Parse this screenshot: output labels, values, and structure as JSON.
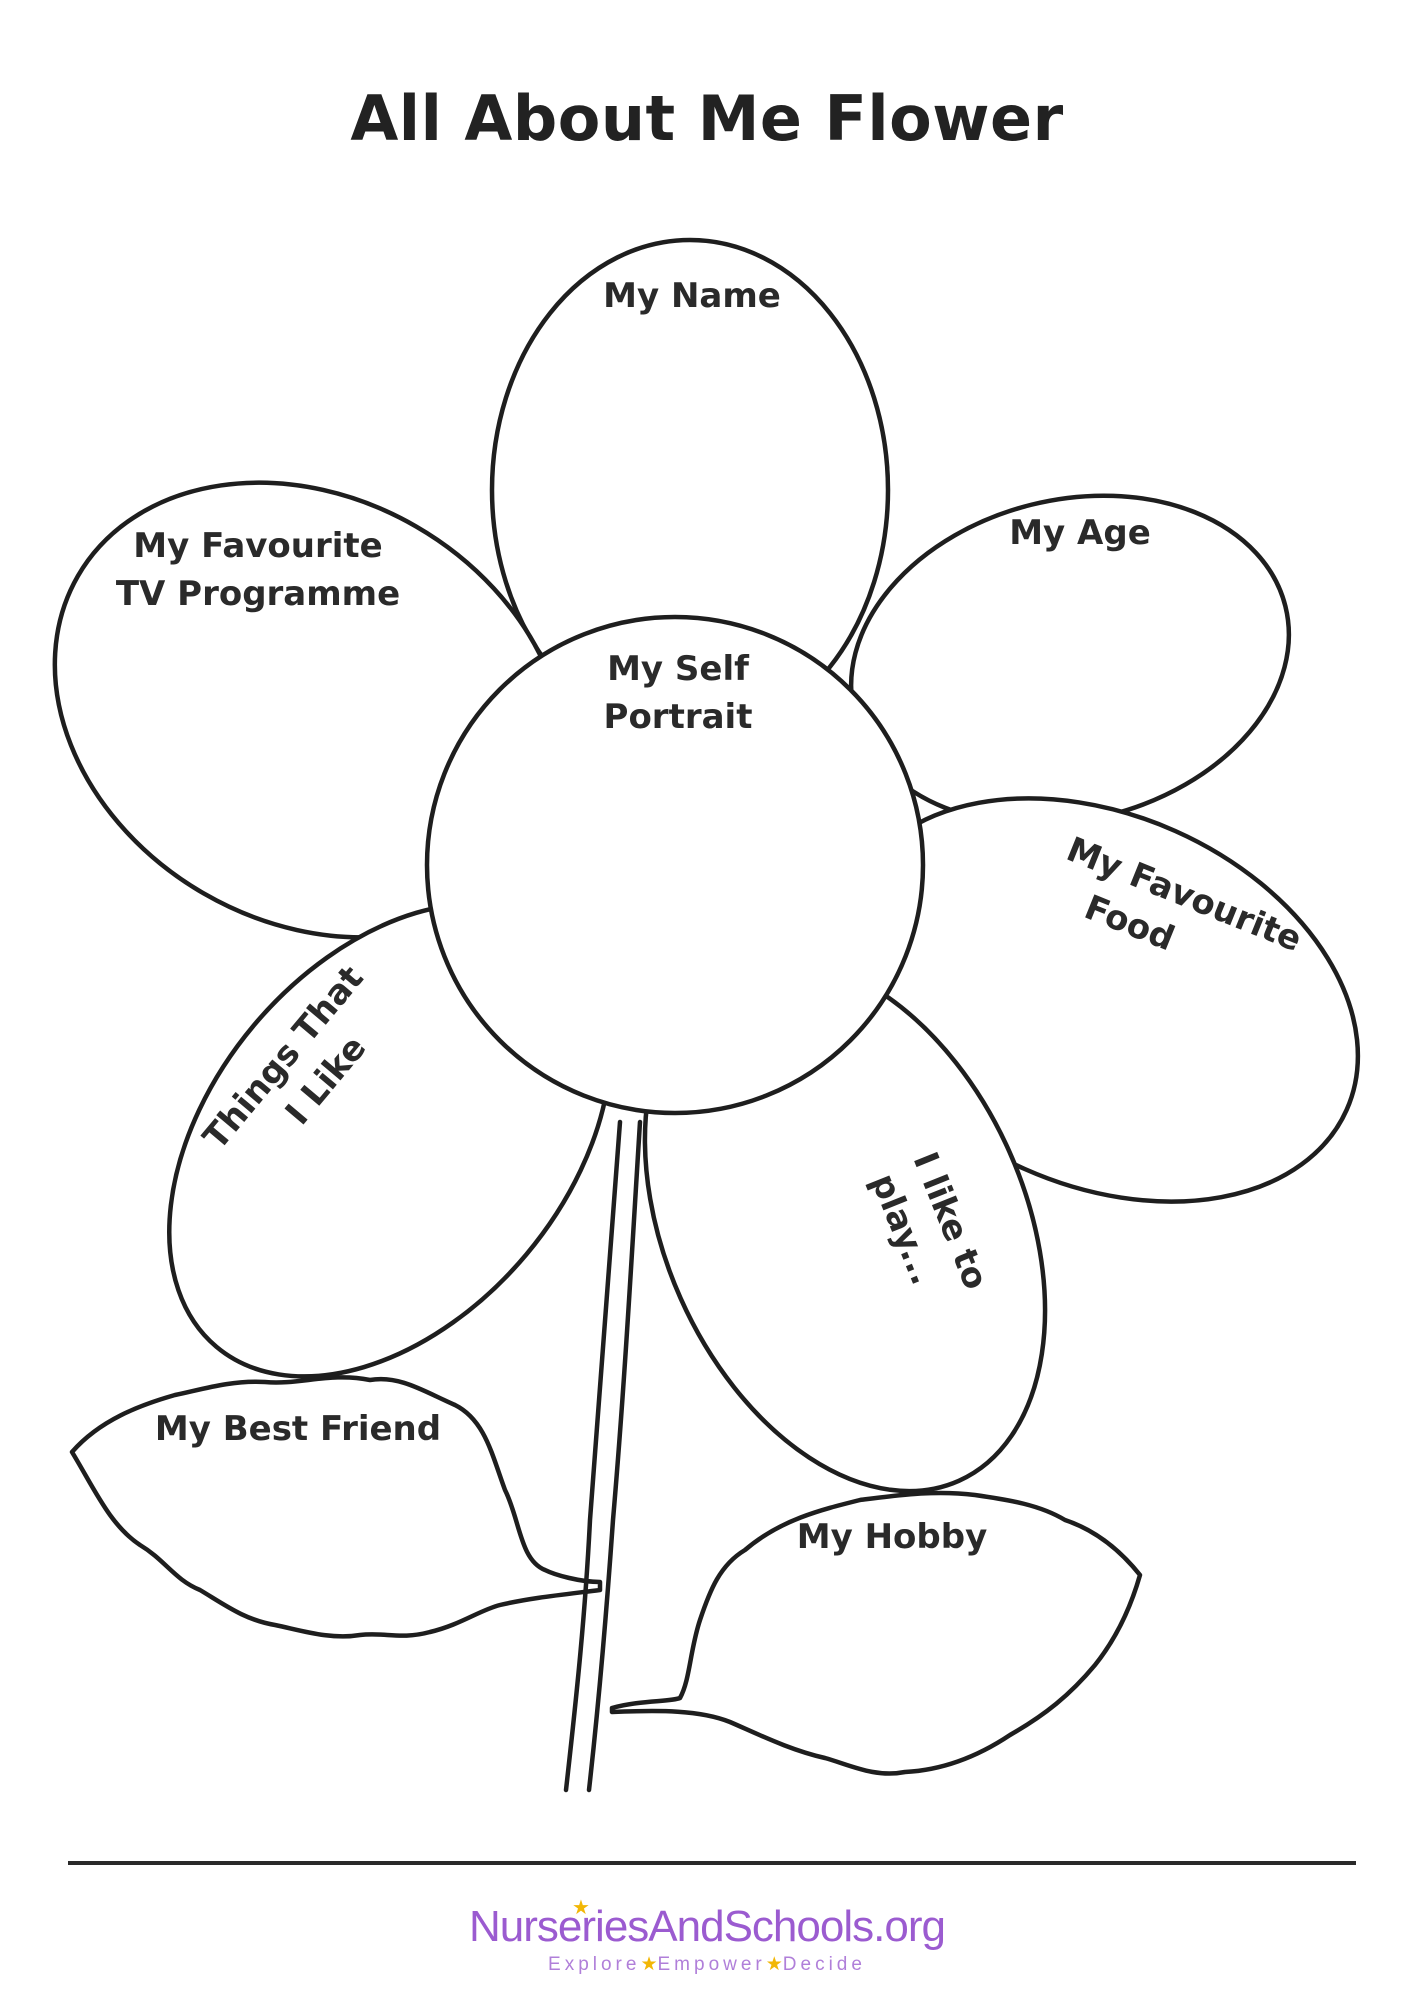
{
  "title": "All About Me Flower",
  "petals": {
    "name": "My Name",
    "age": "My Age",
    "tv_line1": "My Favourite",
    "tv_line2": "TV Programme",
    "self_line1": "My Self",
    "self_line2": "Portrait",
    "food_line1": "My Favourite",
    "food_line2": "Food",
    "things_line1": "Things That",
    "things_line2": "I Like",
    "play_line1": "I like to",
    "play_line2": "play..."
  },
  "leaves": {
    "friend": "My Best Friend",
    "hobby": "My Hobby"
  },
  "footer": {
    "brand": "NurseriesAndSchools.org",
    "tagline_1": "Explore",
    "tagline_2": "Empower",
    "tagline_3": "Decide",
    "star_glyph": "★",
    "brand_color": "#9b5bd0",
    "star_color": "#f2b705"
  }
}
